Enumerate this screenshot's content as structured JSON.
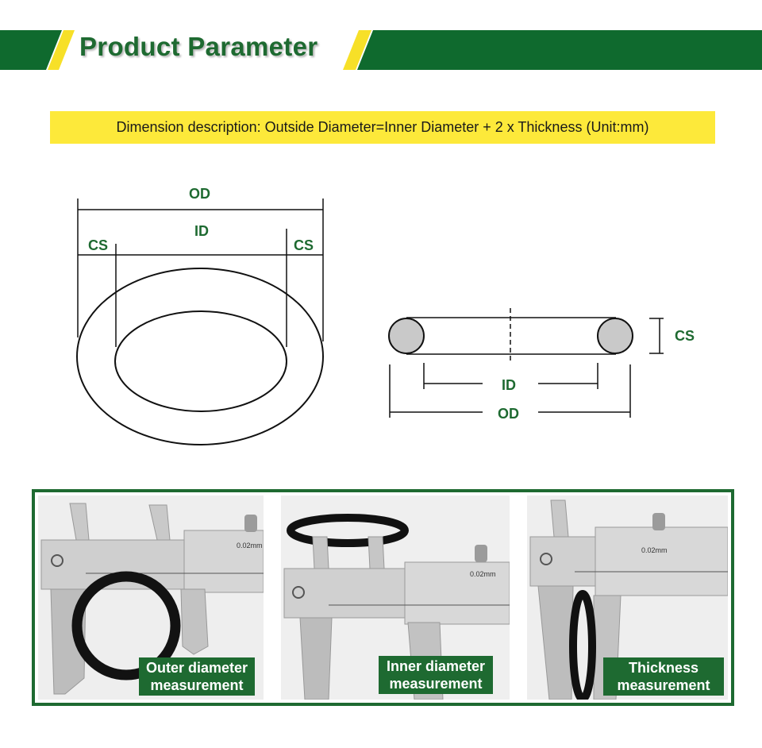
{
  "header": {
    "title": "Product Parameter",
    "colors": {
      "green": "#0f6a2e",
      "yellow": "#f7e028",
      "title_green": "#1e6a31"
    }
  },
  "dimension_note": "Dimension description: Outside Diameter=Inner Diameter + 2 x Thickness (Unit:mm)",
  "front_diagram": {
    "od_label": "OD",
    "id_label": "ID",
    "cs_left_label": "CS",
    "cs_right_label": "CS"
  },
  "section_diagram": {
    "cs_label": "CS",
    "id_label": "ID",
    "od_label": "OD"
  },
  "photos": [
    {
      "caption_line1": "Outer diameter",
      "caption_line2": "measurement",
      "scale_text": "0.02mm"
    },
    {
      "caption_line1": "Inner diameter",
      "caption_line2": "measurement",
      "scale_text": "0.02mm"
    },
    {
      "caption_line1": "Thickness",
      "caption_line2": "measurement",
      "scale_text": "0.02mm"
    }
  ]
}
